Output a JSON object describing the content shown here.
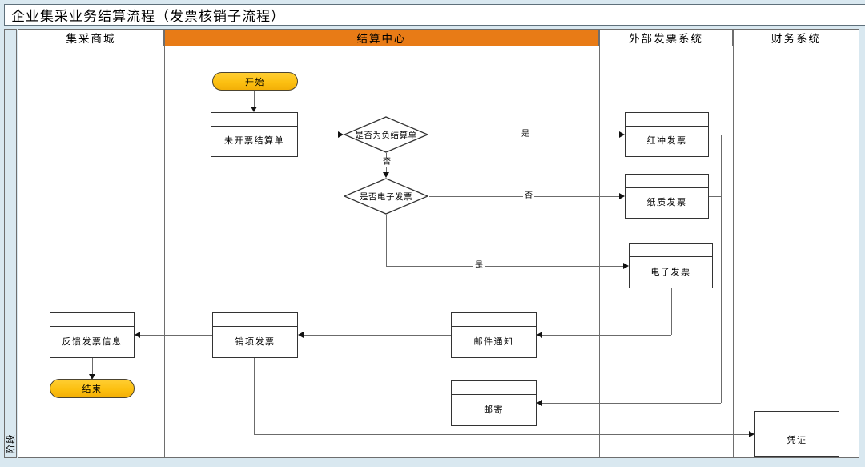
{
  "title": "企业集采业务结算流程（发票核销子流程）",
  "phase_label": "阶段",
  "colors": {
    "highlight_lane_header": "#E87B16",
    "frame_background": "#D9E8F0",
    "terminal_fill": "#FCC011",
    "terminal_border": "#4C4430",
    "connector_line": "#6B6B6B"
  },
  "lanes": [
    {
      "label": "集采商城"
    },
    {
      "label": "结算中心"
    },
    {
      "label": "外部发票系统"
    },
    {
      "label": "财务系统"
    }
  ],
  "nodes": {
    "start": "开始",
    "uninvoiced_statement": "未开票结算单",
    "is_negative_statement": "是否为负结算单",
    "is_electronic_invoice": "是否电子发票",
    "red_flush_invoice": "红冲发票",
    "paper_invoice": "纸质发票",
    "electronic_invoice": "电子发票",
    "email_notify": "邮件通知",
    "output_invoice": "销项发票",
    "feedback_invoice_info": "反馈发票信息",
    "end": "结束",
    "mail": "邮寄",
    "voucher": "凭证"
  },
  "edge_labels": {
    "negative_yes": "是",
    "negative_no": "否",
    "electronic_no": "否",
    "electronic_yes": "是"
  }
}
